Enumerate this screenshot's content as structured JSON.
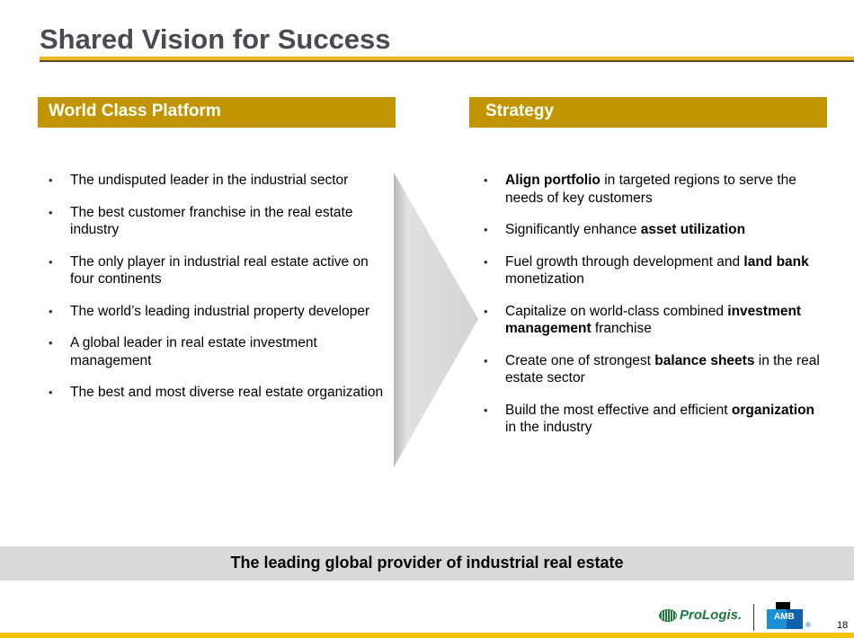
{
  "title": "Shared Vision for Success",
  "left": {
    "header": "World Class Platform",
    "bullets": [
      [
        {
          "t": "The undisputed leader in the industrial sector",
          "b": false
        }
      ],
      [
        {
          "t": "The best customer franchise in the real estate industry",
          "b": false
        }
      ],
      [
        {
          "t": "The only player in industrial real estate active on four continents",
          "b": false
        }
      ],
      [
        {
          "t": "The world’s leading industrial property developer",
          "b": false
        }
      ],
      [
        {
          "t": "A global leader in real estate investment management",
          "b": false
        }
      ],
      [
        {
          "t": "The best and most diverse real estate organization",
          "b": false
        }
      ]
    ]
  },
  "right": {
    "header": "Strategy",
    "bullets": [
      [
        {
          "t": "Align portfolio",
          "b": true
        },
        {
          "t": " in targeted regions to serve the needs of key customers",
          "b": false
        }
      ],
      [
        {
          "t": "Significantly enhance ",
          "b": false
        },
        {
          "t": "asset utilization",
          "b": true
        }
      ],
      [
        {
          "t": "Fuel growth through development and ",
          "b": false
        },
        {
          "t": "land bank",
          "b": true
        },
        {
          "t": " monetization",
          "b": false
        }
      ],
      [
        {
          "t": "Capitalize on world-class combined ",
          "b": false
        },
        {
          "t": "investment management",
          "b": true
        },
        {
          "t": " franchise",
          "b": false
        }
      ],
      [
        {
          "t": "Create one of strongest ",
          "b": false
        },
        {
          "t": "balance sheets",
          "b": true
        },
        {
          "t": " in the real estate sector",
          "b": false
        }
      ],
      [
        {
          "t": "Build the most effective and efficient ",
          "b": false
        },
        {
          "t": "organization",
          "b": true
        },
        {
          "t": " in the industry",
          "b": false
        }
      ]
    ]
  },
  "tagline": "The leading global provider of industrial real estate",
  "footer": {
    "logo1": "ProLogis.",
    "logo2": "AMB",
    "registered": "®",
    "page_number": "18"
  },
  "colors": {
    "accent": "#c19400",
    "title": "#4a4a52",
    "rule": "#f0b81c",
    "band": "#d9d9d9"
  }
}
